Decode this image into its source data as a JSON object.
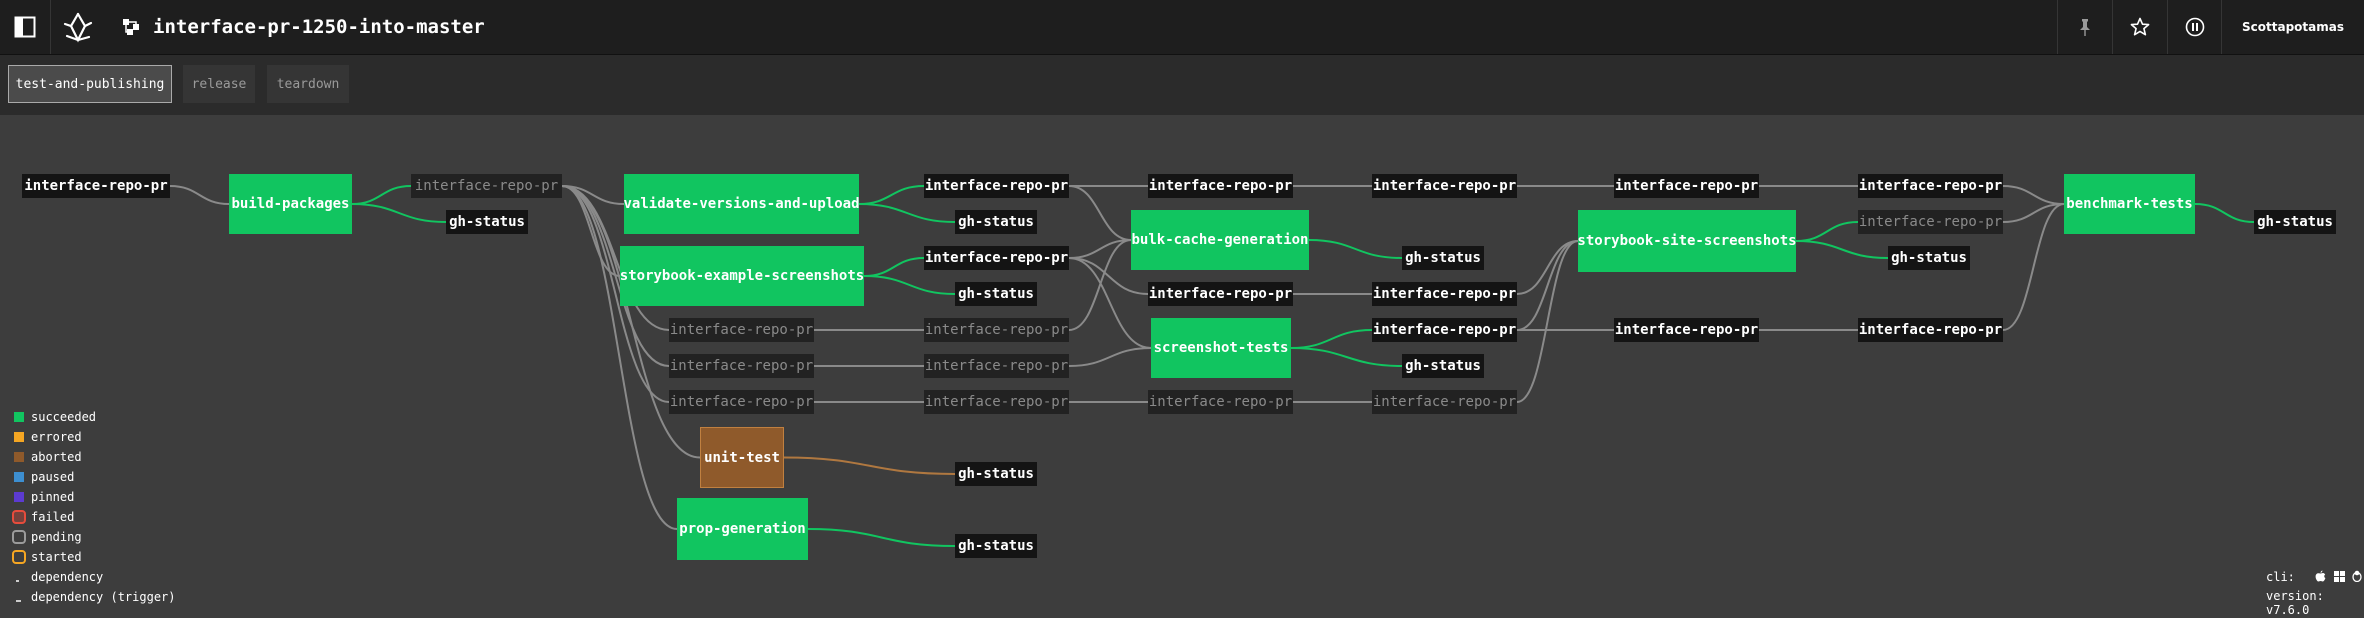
{
  "header": {
    "sidebar_toggle_icon": "sidebar-toggle-icon",
    "logo_icon": "concourse-logo-icon",
    "pipeline_icon": "pipeline-icon",
    "pipeline_name": "interface-pr-1250-into-master",
    "pin_icon": "pin-icon",
    "star_icon": "star-icon",
    "pause_icon": "pause-icon",
    "user": "Scottapotamas"
  },
  "groups": [
    {
      "label": "test-and-publishing",
      "active": true
    },
    {
      "label": "release",
      "active": false
    },
    {
      "label": "teardown",
      "active": false
    }
  ],
  "graph": {
    "nodes": [
      {
        "label": "interface-repo-pr",
        "kind": "resource"
      },
      {
        "label": "build-packages",
        "kind": "job",
        "status": "succeeded"
      },
      {
        "label": "interface-repo-pr",
        "kind": "resource-trigger-off"
      },
      {
        "label": "gh-status",
        "kind": "resource"
      },
      {
        "label": "validate-versions-and-upload",
        "kind": "job",
        "status": "succeeded"
      },
      {
        "label": "storybook-example-screenshots",
        "kind": "job",
        "status": "succeeded"
      },
      {
        "label": "interface-repo-pr",
        "kind": "resource-trigger-off"
      },
      {
        "label": "interface-repo-pr",
        "kind": "resource-trigger-off"
      },
      {
        "label": "interface-repo-pr",
        "kind": "resource-trigger-off"
      },
      {
        "label": "unit-test",
        "kind": "job",
        "status": "aborted"
      },
      {
        "label": "prop-generation",
        "kind": "job",
        "status": "succeeded"
      },
      {
        "label": "interface-repo-pr",
        "kind": "resource"
      },
      {
        "label": "gh-status",
        "kind": "resource"
      },
      {
        "label": "interface-repo-pr",
        "kind": "resource"
      },
      {
        "label": "gh-status",
        "kind": "resource"
      },
      {
        "label": "interface-repo-pr",
        "kind": "resource-trigger-off"
      },
      {
        "label": "interface-repo-pr",
        "kind": "resource-trigger-off"
      },
      {
        "label": "interface-repo-pr",
        "kind": "resource-trigger-off"
      },
      {
        "label": "gh-status",
        "kind": "resource"
      },
      {
        "label": "gh-status",
        "kind": "resource"
      },
      {
        "label": "interface-repo-pr",
        "kind": "resource"
      },
      {
        "label": "bulk-cache-generation",
        "kind": "job",
        "status": "succeeded"
      },
      {
        "label": "interface-repo-pr",
        "kind": "resource"
      },
      {
        "label": "screenshot-tests",
        "kind": "job",
        "status": "succeeded"
      },
      {
        "label": "interface-repo-pr",
        "kind": "resource-trigger-off"
      },
      {
        "label": "interface-repo-pr",
        "kind": "resource"
      },
      {
        "label": "gh-status",
        "kind": "resource"
      },
      {
        "label": "interface-repo-pr",
        "kind": "resource"
      },
      {
        "label": "interface-repo-pr",
        "kind": "resource"
      },
      {
        "label": "gh-status",
        "kind": "resource"
      },
      {
        "label": "interface-repo-pr",
        "kind": "resource-trigger-off"
      },
      {
        "label": "interface-repo-pr",
        "kind": "resource"
      },
      {
        "label": "storybook-site-screenshots",
        "kind": "job",
        "status": "succeeded"
      },
      {
        "label": "interface-repo-pr",
        "kind": "resource"
      },
      {
        "label": "interface-repo-pr",
        "kind": "resource"
      },
      {
        "label": "interface-repo-pr",
        "kind": "resource-trigger-off"
      },
      {
        "label": "gh-status",
        "kind": "resource"
      },
      {
        "label": "interface-repo-pr",
        "kind": "resource"
      },
      {
        "label": "benchmark-tests",
        "kind": "job",
        "status": "succeeded"
      },
      {
        "label": "gh-status",
        "kind": "resource"
      }
    ]
  },
  "legend": [
    {
      "label": "succeeded",
      "color": "#11c560",
      "shape": "square"
    },
    {
      "label": "errored",
      "color": "#f5a623",
      "shape": "square"
    },
    {
      "label": "aborted",
      "color": "#8f5a2b",
      "shape": "square"
    },
    {
      "label": "paused",
      "color": "#3d8fd1",
      "shape": "square"
    },
    {
      "label": "pinned",
      "color": "#5c3bd1",
      "shape": "square"
    },
    {
      "label": "failed",
      "color": "#e74c3c",
      "shape": "ring"
    },
    {
      "label": "pending",
      "color": "#9b9b9b",
      "shape": "ring"
    },
    {
      "label": "started",
      "color": "#f5a623",
      "shape": "ring"
    },
    {
      "label": "dependency",
      "shape": "dependency"
    },
    {
      "label": "dependency (trigger)",
      "shape": "dependency-trigger"
    }
  ],
  "footer": {
    "cli_label": "cli:",
    "cli_icons": [
      "apple-icon",
      "windows-icon",
      "linux-icon"
    ],
    "version_label": "version:",
    "version": "v7.6.0"
  }
}
